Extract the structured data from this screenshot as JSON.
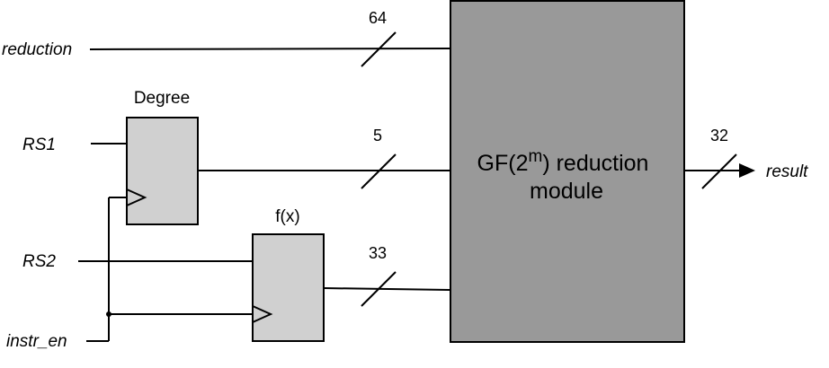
{
  "inputs": {
    "reduction": "reduction",
    "rs1": "RS1",
    "rs2": "RS2",
    "instr_en": "instr_en"
  },
  "registers": {
    "degree": "Degree",
    "fx": "f(x)"
  },
  "module": {
    "line1_prefix": "GF(2",
    "line1_sup": "m",
    "line1_suffix": ") reduction",
    "line2": "module"
  },
  "bus_widths": {
    "reduction": "64",
    "degree": "5",
    "fx": "33",
    "result": "32"
  },
  "output": {
    "result": "result"
  },
  "colors": {
    "register_fill": "#d0d0d0",
    "module_fill": "#999999",
    "line": "#000000"
  }
}
